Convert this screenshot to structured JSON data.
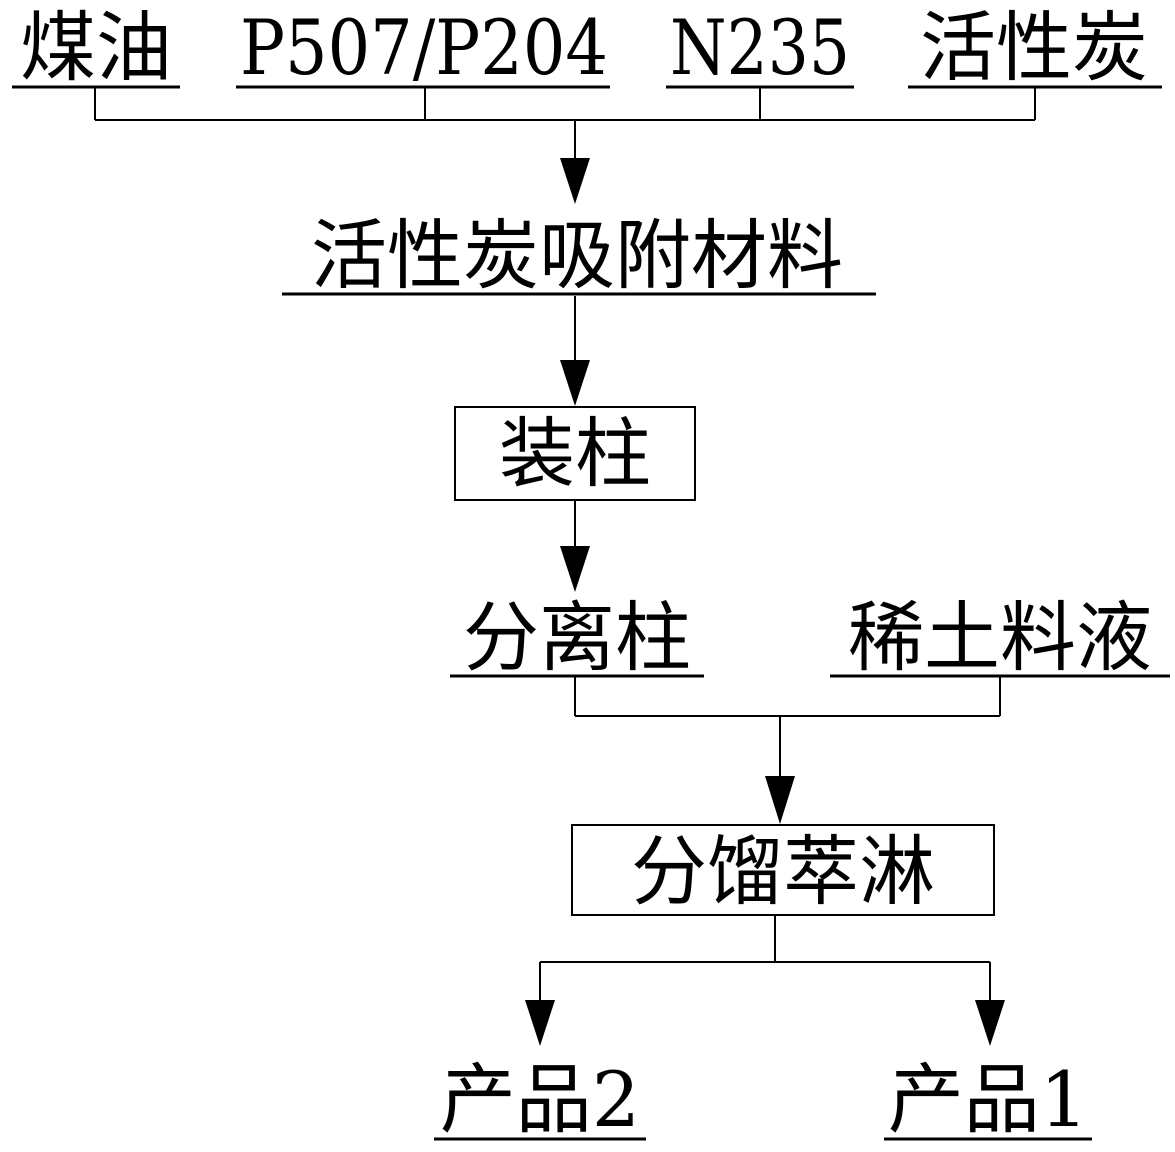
{
  "inputs": {
    "kerosene": "煤油",
    "extractant": "P507/P204",
    "amine": "N235",
    "activated_carbon": "活性炭"
  },
  "adsorbent": "活性炭吸附材料",
  "packing": "装柱",
  "separation_column": "分离柱",
  "rare_earth_feed": "稀土料液",
  "fractional_elution": "分馏萃淋",
  "products": {
    "product_2": "产品2",
    "product_1": "产品1"
  }
}
